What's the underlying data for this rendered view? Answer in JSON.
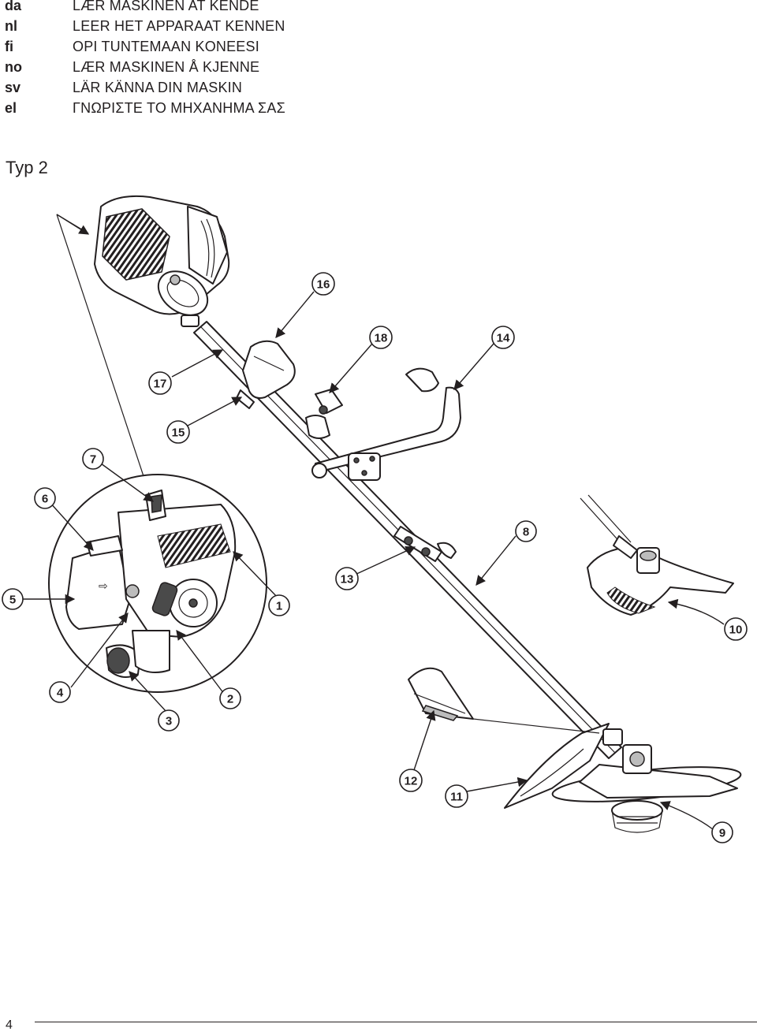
{
  "languages": [
    {
      "code": "da",
      "title": "LÆR MASKINEN AT KENDE"
    },
    {
      "code": "nl",
      "title": "LEER HET APPARAAT KENNEN"
    },
    {
      "code": "fi",
      "title": "OPI TUNTEMAAN KONEESI"
    },
    {
      "code": "no",
      "title": "LÆR MASKINEN Å KJENNE"
    },
    {
      "code": "sv",
      "title": "LÄR KÄNNA DIN MASKIN"
    },
    {
      "code": "el",
      "title": "ΓΝΩΡΙΣΤΕ ΤΟ ΜΗΧΑΝΗΜΑ ΣΑΣ"
    }
  ],
  "type_label": "Typ 2",
  "callouts": [
    "1",
    "2",
    "3",
    "4",
    "5",
    "6",
    "7",
    "8",
    "9",
    "10",
    "11",
    "12",
    "13",
    "14",
    "15",
    "16",
    "17",
    "18"
  ],
  "page_number": "4"
}
